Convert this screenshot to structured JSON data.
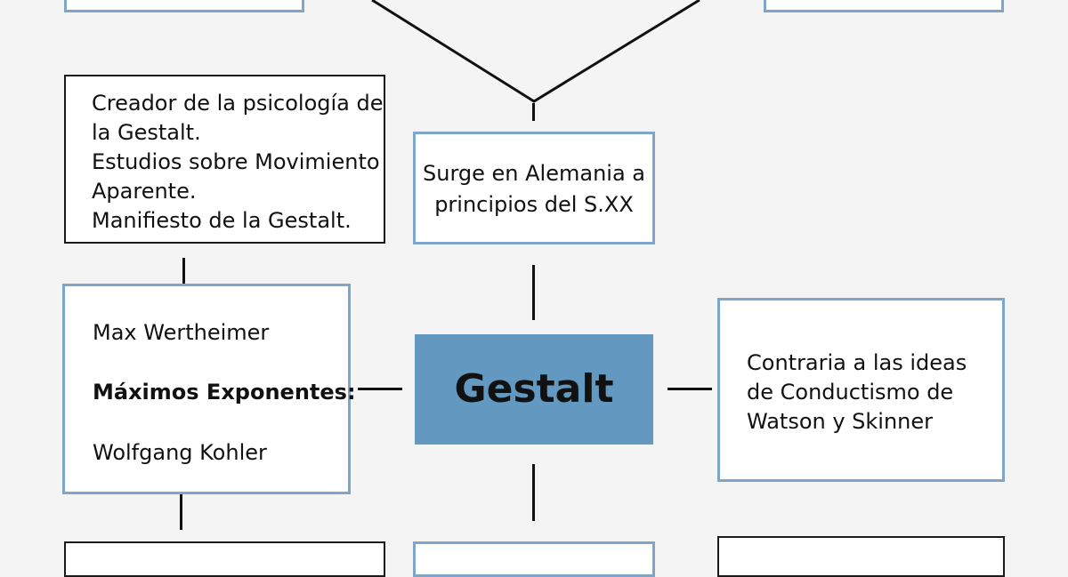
{
  "diagram": {
    "center": {
      "label": "Gestalt",
      "color": "#6399c0"
    },
    "surge": {
      "line1": "Surge en Alemania a",
      "line2": "principios del S.XX"
    },
    "creador": {
      "lines": [
        "Creador de la psicología de",
        "la Gestalt.",
        "Estudios sobre Movimiento",
        "Aparente.",
        "Manifiesto de la Gestalt."
      ]
    },
    "exponentes": {
      "name1": "Max Wertheimer",
      "heading": "Máximos Exponentes:",
      "name2": "Wolfgang Kohler"
    },
    "contraria": {
      "lines": [
        "Contraria a las ideas",
        "de Conductismo de",
        "Watson y Skinner"
      ]
    },
    "colors": {
      "box_border_blue": "#7fa6c8",
      "box_border_black": "#1a1a1a",
      "background": "#f4f4f4"
    }
  }
}
